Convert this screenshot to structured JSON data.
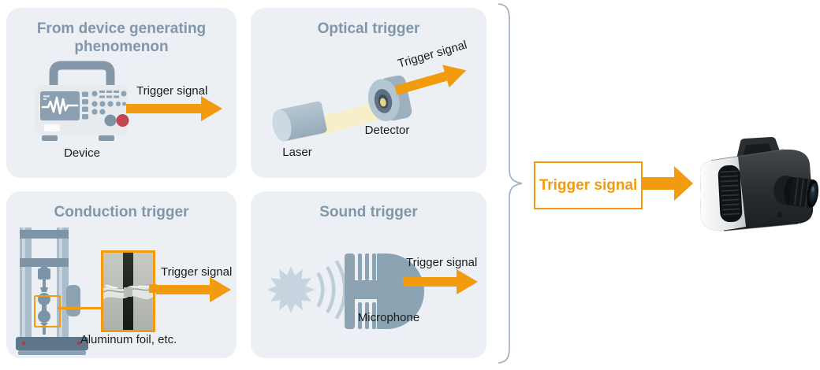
{
  "colors": {
    "orange": "#F29B0E",
    "panel_bg": "#ECF0F4",
    "title": "#8196A9",
    "text": "#1C1C1C",
    "brace": "#A3B5C4",
    "icon_main": "#8CA3B4",
    "icon_light": "#C7D4DF",
    "wave": "#BFCDD9",
    "handle": "#8598AA",
    "device_body": "#E7EBEE",
    "screen": "#8B9FB0",
    "knob": "#7D94A7",
    "red_knob": "#C0474F",
    "beam": "#F7EFC9",
    "machine_light": "#A9BDCB",
    "machine_mid": "#7D93A6",
    "machine_dark": "#5E7689"
  },
  "panels": {
    "device": {
      "title": "From device generating phenomenon",
      "item_label": "Device",
      "arrow_label": "Trigger signal"
    },
    "optical": {
      "title": "Optical trigger",
      "laser_label": "Laser",
      "detector_label": "Detector",
      "arrow_label": "Trigger signal"
    },
    "conduction": {
      "title": "Conduction trigger",
      "item_label": "Aluminum foil, etc.",
      "arrow_label": "Trigger signal"
    },
    "sound": {
      "title": "Sound trigger",
      "item_label": "Microphone",
      "arrow_label": "Trigger signal"
    }
  },
  "output": {
    "box_label": "Trigger signal"
  }
}
